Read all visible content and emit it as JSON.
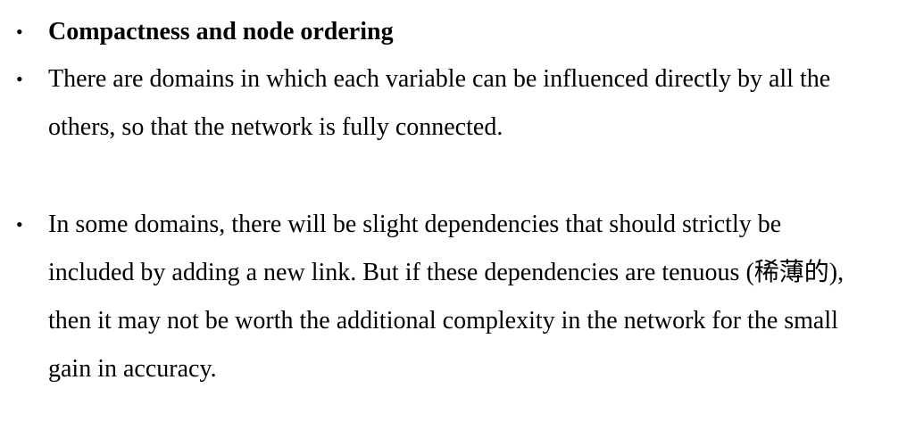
{
  "bullets": [
    {
      "style": "bold",
      "lines": [
        "Compactness and node ordering"
      ]
    },
    {
      "style": "normal",
      "lines": [
        "There are domains in which each variable can be influenced directly by all the",
        "others, so that the network is fully connected."
      ]
    },
    {
      "style": "normal",
      "lines": [
        "In some domains, there will be slight dependencies that should strictly be",
        "included by adding a new link. But if these dependencies are tenuous (稀薄的),",
        "then it may not be worth the additional complexity in the network for the small",
        "gain in accuracy."
      ]
    }
  ],
  "bullet_glyph": "•"
}
